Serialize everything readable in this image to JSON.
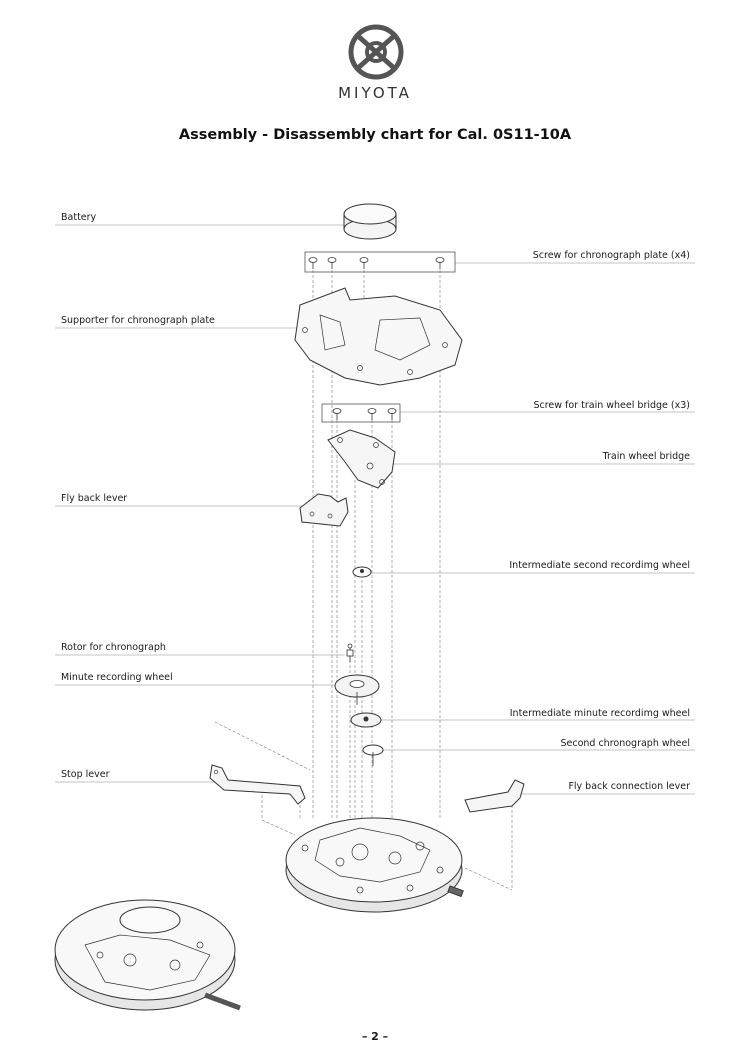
{
  "header": {
    "brand": "MIYOTA",
    "title": "Assembly - Disassembly chart for Cal. 0S11-10A"
  },
  "parts_left": [
    {
      "id": "battery",
      "label": "Battery"
    },
    {
      "id": "supporter",
      "label": "Supporter for chronograph plate"
    },
    {
      "id": "flyback-lever",
      "label": "Fly back lever"
    },
    {
      "id": "rotor",
      "label": "Rotor for chronograph"
    },
    {
      "id": "minute-wheel",
      "label": "Minute recording wheel"
    },
    {
      "id": "stop-lever",
      "label": "Stop lever"
    }
  ],
  "parts_right": [
    {
      "id": "screw-plate",
      "label": "Screw for chronograph plate (x4)"
    },
    {
      "id": "screw-bridge",
      "label": "Screw for train wheel bridge (x3)"
    },
    {
      "id": "train-bridge",
      "label": "Train wheel bridge"
    },
    {
      "id": "inter-second",
      "label": "Intermediate second recordimg wheel"
    },
    {
      "id": "inter-minute",
      "label": "Intermediate minute recordimg wheel"
    },
    {
      "id": "second-wheel",
      "label": "Second chronograph wheel"
    },
    {
      "id": "flyback-connection",
      "label": "Fly back connection lever"
    }
  ],
  "footer": {
    "page_number": "– 2 –"
  },
  "colors": {
    "line": "#444444",
    "leader": "#888888",
    "fill": "#f2f2f2"
  }
}
